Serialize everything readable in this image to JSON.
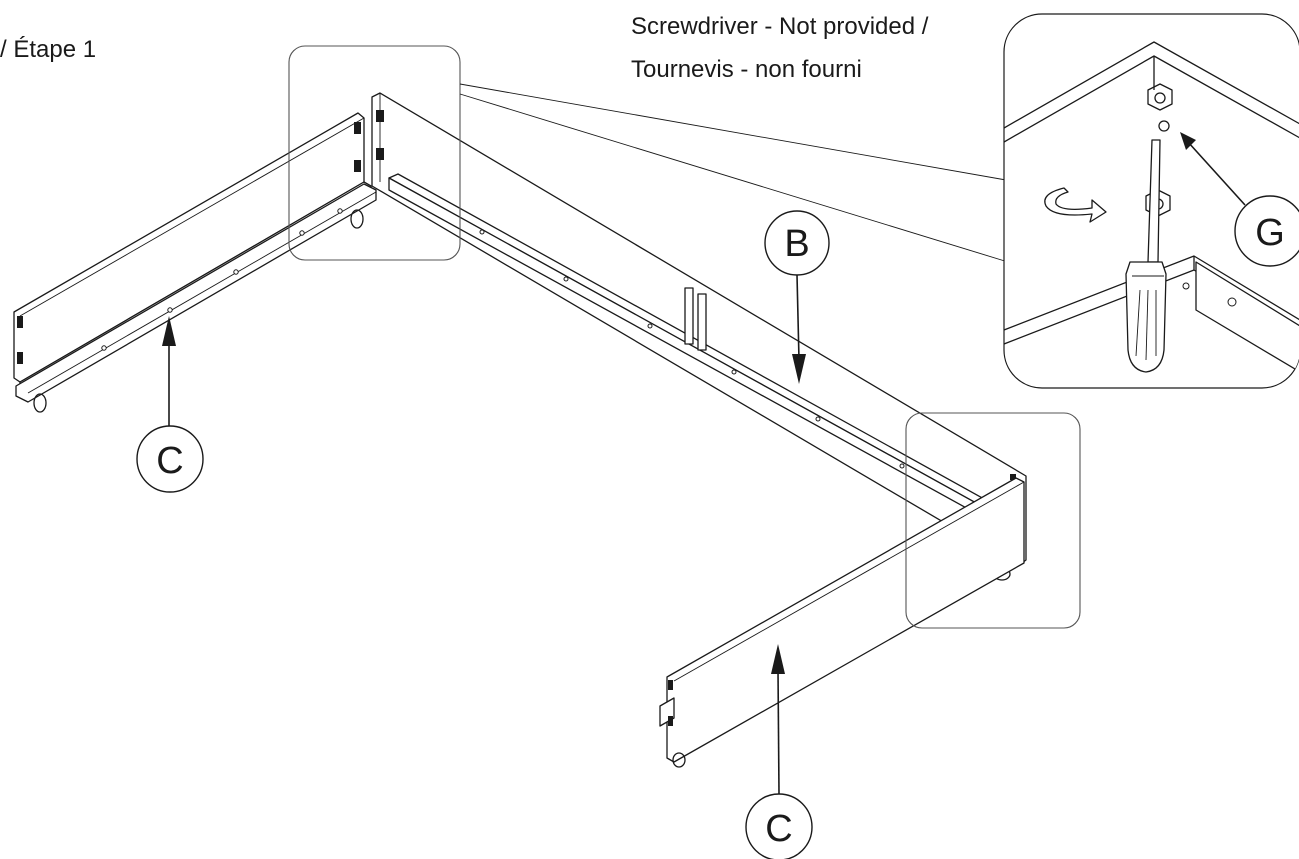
{
  "step_title": "/ Étape 1",
  "tool_note": {
    "line1": "Screwdriver - Not provided /",
    "line2": "Tournevis - non fourni"
  },
  "callouts": {
    "b": "B",
    "c_left": "C",
    "c_bottom": "C",
    "g": "G"
  },
  "icons": [
    "screwdriver-icon",
    "rotation-arrow-icon",
    "caster-wheel-icon",
    "bracket-icon"
  ]
}
